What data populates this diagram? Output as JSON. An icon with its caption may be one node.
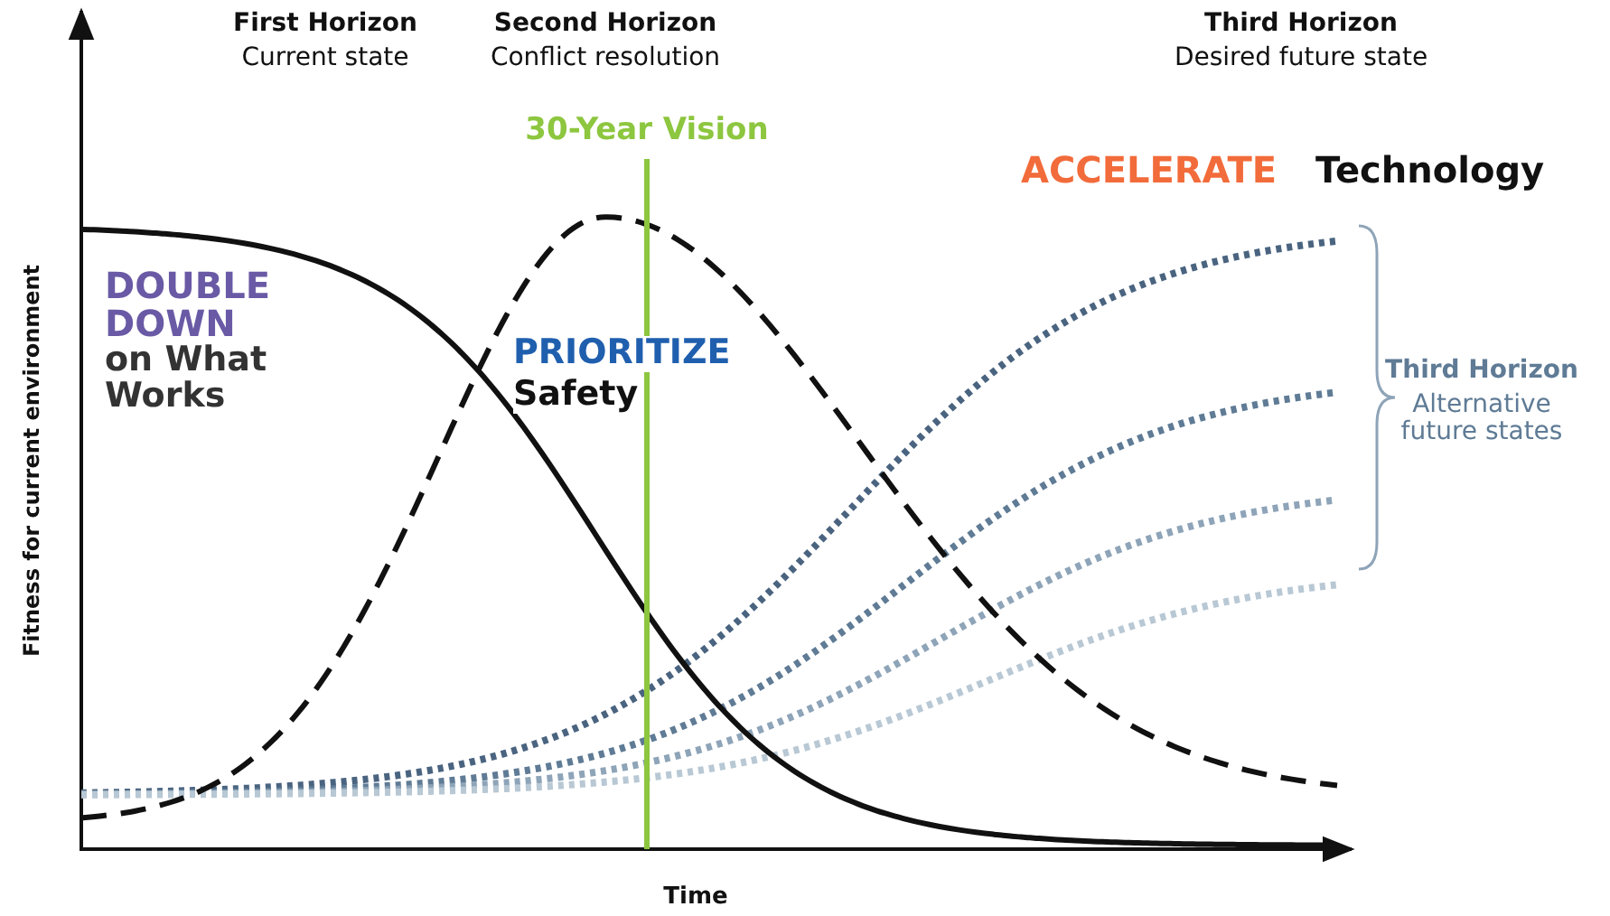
{
  "diagram": {
    "labels": [
      "First Horizon",
      "Current state",
      "Second Horizon",
      "Conflict resolution",
      "Third Horizon",
      "Desired future state",
      "30-Year Vision",
      "ACCELERATE",
      "Technology",
      "DOUBLE DOWN",
      "on What Works",
      "PRIORITIZE",
      "Safety",
      "Third Horizon",
      "Alternative future states",
      "Fitness for current environment",
      "Time"
    ]
  }
}
